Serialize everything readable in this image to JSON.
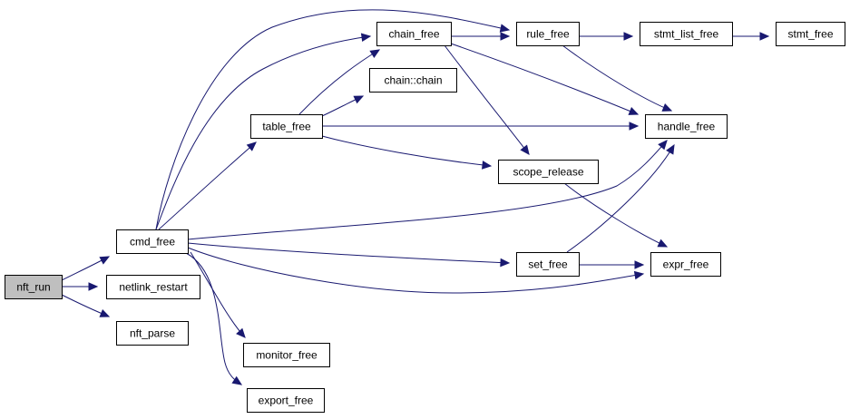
{
  "colors": {
    "edge": "#191970",
    "root_fill": "#bfbfbf",
    "node_fill": "#ffffff",
    "node_border": "#000000"
  },
  "nodes": [
    {
      "id": "nft_run",
      "label": "nft_run",
      "root": true
    },
    {
      "id": "cmd_free",
      "label": "cmd_free"
    },
    {
      "id": "netlink_restart",
      "label": "netlink_restart"
    },
    {
      "id": "nft_parse",
      "label": "nft_parse"
    },
    {
      "id": "table_free",
      "label": "table_free"
    },
    {
      "id": "chain_free",
      "label": "chain_free"
    },
    {
      "id": "chain_chain",
      "label": "chain::chain"
    },
    {
      "id": "rule_free",
      "label": "rule_free"
    },
    {
      "id": "stmt_list_free",
      "label": "stmt_list_free"
    },
    {
      "id": "stmt_free",
      "label": "stmt_free"
    },
    {
      "id": "handle_free",
      "label": "handle_free"
    },
    {
      "id": "scope_release",
      "label": "scope_release"
    },
    {
      "id": "set_free",
      "label": "set_free"
    },
    {
      "id": "expr_free",
      "label": "expr_free"
    },
    {
      "id": "monitor_free",
      "label": "monitor_free"
    },
    {
      "id": "export_free",
      "label": "export_free"
    }
  ],
  "edges": [
    {
      "from": "nft_run",
      "to": "cmd_free"
    },
    {
      "from": "nft_run",
      "to": "netlink_restart"
    },
    {
      "from": "nft_run",
      "to": "nft_parse"
    },
    {
      "from": "cmd_free",
      "to": "table_free"
    },
    {
      "from": "cmd_free",
      "to": "chain_free"
    },
    {
      "from": "cmd_free",
      "to": "rule_free"
    },
    {
      "from": "cmd_free",
      "to": "handle_free"
    },
    {
      "from": "cmd_free",
      "to": "set_free"
    },
    {
      "from": "cmd_free",
      "to": "expr_free"
    },
    {
      "from": "cmd_free",
      "to": "monitor_free"
    },
    {
      "from": "cmd_free",
      "to": "export_free"
    },
    {
      "from": "table_free",
      "to": "chain_free"
    },
    {
      "from": "table_free",
      "to": "chain_chain"
    },
    {
      "from": "table_free",
      "to": "handle_free"
    },
    {
      "from": "table_free",
      "to": "scope_release"
    },
    {
      "from": "chain_free",
      "to": "rule_free"
    },
    {
      "from": "chain_free",
      "to": "handle_free"
    },
    {
      "from": "chain_free",
      "to": "scope_release"
    },
    {
      "from": "rule_free",
      "to": "stmt_list_free"
    },
    {
      "from": "rule_free",
      "to": "handle_free"
    },
    {
      "from": "stmt_list_free",
      "to": "stmt_free"
    },
    {
      "from": "scope_release",
      "to": "expr_free"
    },
    {
      "from": "set_free",
      "to": "handle_free"
    },
    {
      "from": "set_free",
      "to": "expr_free"
    }
  ]
}
